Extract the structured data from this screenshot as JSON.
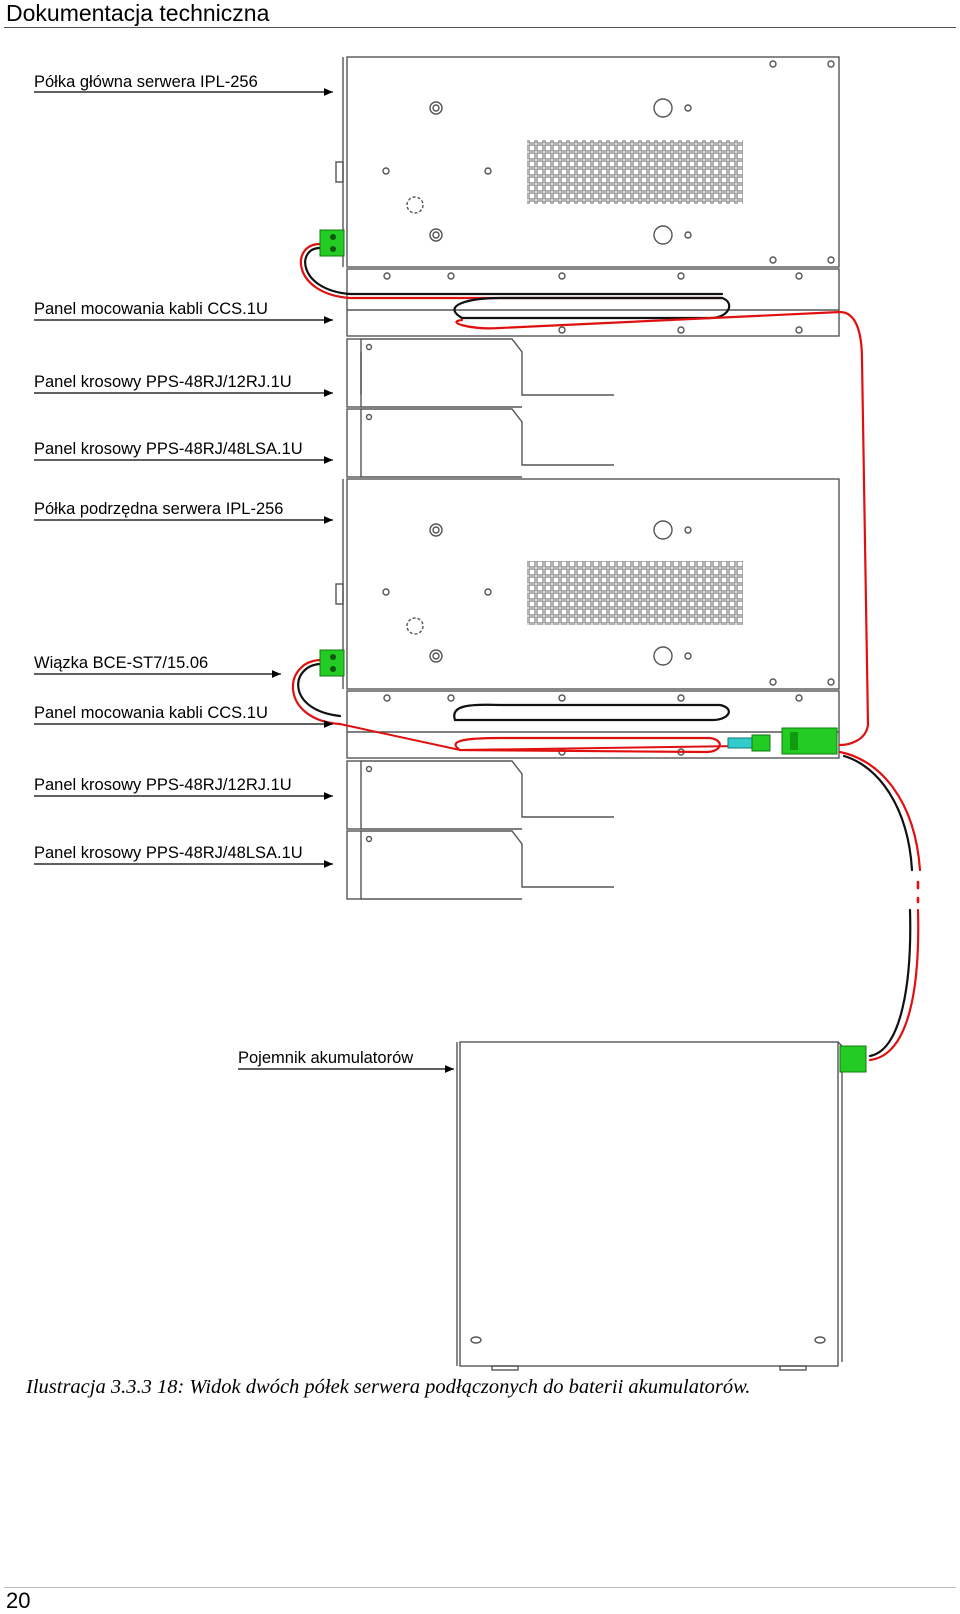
{
  "header": {
    "title": "Dokumentacja techniczna"
  },
  "labels": [
    "Półka główna serwera IPL-256",
    "Panel mocowania kabli CCS.1U",
    "Panel krosowy PPS-48RJ/12RJ.1U",
    "Panel krosowy PPS-48RJ/48LSA.1U",
    "Półka podrzędna serwera IPL-256",
    "Wiązka BCE-ST7/15.06",
    "Panel mocowania kabli CCS.1U",
    "Panel krosowy PPS-48RJ/12RJ.1U",
    "Panel krosowy PPS-48RJ/48LSA.1U",
    "Pojemnik akumulatorów"
  ],
  "caption": "Ilustracja 3.3.3 18: Widok dwóch półek serwera podłączonych do baterii akumulatorów.",
  "page_number": "20",
  "colors": {
    "cable_red": "#e01010",
    "cable_black": "#111111",
    "connector_green": "#22cc22",
    "connector_cyan": "#33cccc",
    "outline": "#555555"
  }
}
